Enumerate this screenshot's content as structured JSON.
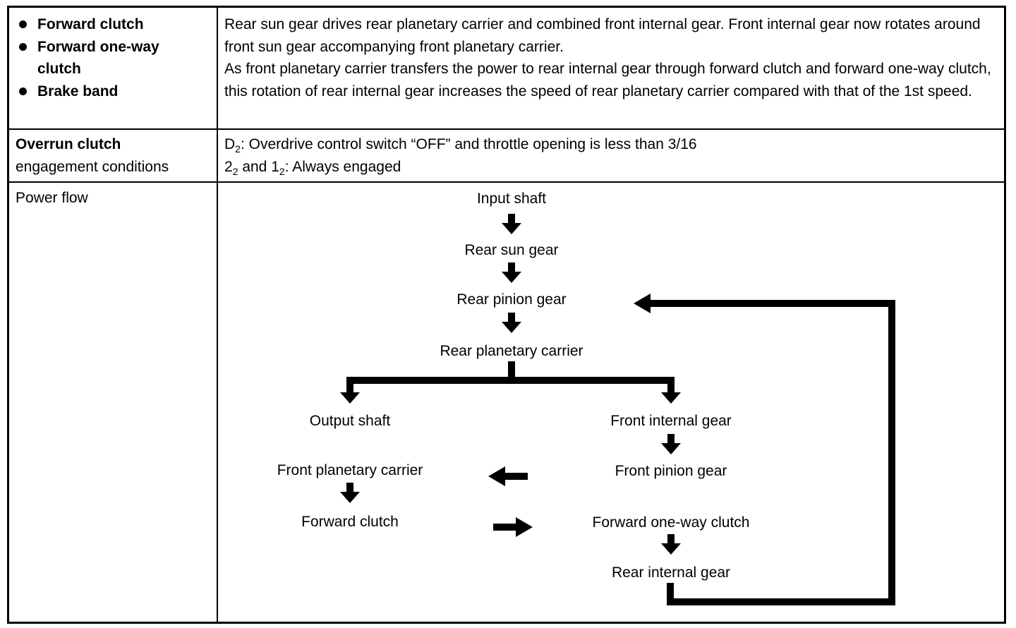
{
  "row1": {
    "conditions": [
      "Forward clutch",
      "Forward one-way clutch",
      "Brake band"
    ],
    "description": [
      "Rear sun gear drives rear planetary carrier and combined front internal gear. Front internal gear now rotates around front sun gear accompanying front planetary carrier.",
      "As front planetary carrier transfers the power to rear internal gear through forward clutch and forward one-way clutch, this rotation of rear internal gear increases the speed of rear planetary carrier compared with that of the 1st speed."
    ]
  },
  "row2": {
    "label_bold": "Overrun clutch",
    "label_rest": "engagement conditions",
    "line1": {
      "gear": "D",
      "sub": "2",
      "text": ": Overdrive control switch “OFF” and throttle opening is less than 3/16"
    },
    "line2": {
      "gear_a": "2",
      "sub_a": "2",
      "mid": " and ",
      "gear_b": "1",
      "sub_b": "2",
      "text": ": Always engaged"
    }
  },
  "row3": {
    "label": "Power flow",
    "flow": {
      "input_shaft": "Input shaft",
      "rear_sun_gear": "Rear sun gear",
      "rear_pinion_gear": "Rear pinion gear",
      "rear_planetary_carrier": "Rear planetary carrier",
      "output_shaft": "Output shaft",
      "front_internal_gear": "Front internal gear",
      "front_planetary_carrier": "Front planetary carrier",
      "front_pinion_gear": "Front pinion gear",
      "forward_clutch": "Forward clutch",
      "forward_one_way_clutch": "Forward one-way clutch",
      "rear_internal_gear": "Rear internal gear"
    }
  }
}
